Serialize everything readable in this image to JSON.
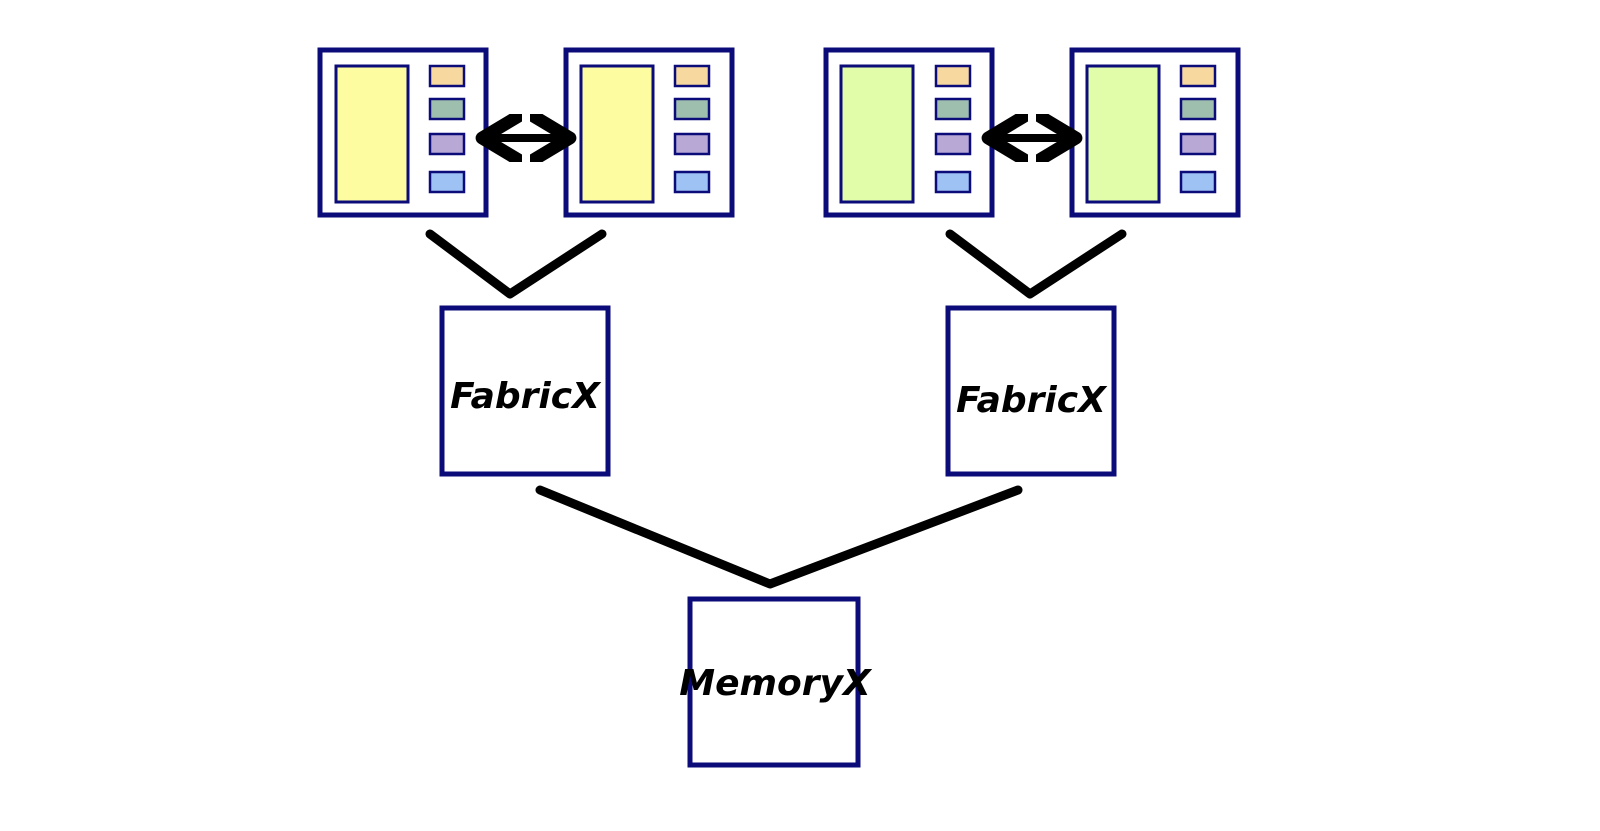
{
  "diagram": {
    "colors": {
      "box_border": "#0b0b7a",
      "connector": "#000000",
      "label": "#000000",
      "background": "#ffffff"
    },
    "chips": {
      "left_group": {
        "main_fill": "#fdfca0",
        "chip_count": 2,
        "link_icon": "double-headed-arrow-icon"
      },
      "right_group": {
        "main_fill": "#e1fdaa",
        "chip_count": 2,
        "link_icon": "double-headed-arrow-icon"
      },
      "block_fills": [
        "#f7d9a0",
        "#9fbfae",
        "#b8a8d6",
        "#9ec2f3"
      ]
    },
    "fabric_left": {
      "label": "FabricX"
    },
    "fabric_right": {
      "label": "FabricX"
    },
    "memory": {
      "label": "MemoryX"
    }
  }
}
